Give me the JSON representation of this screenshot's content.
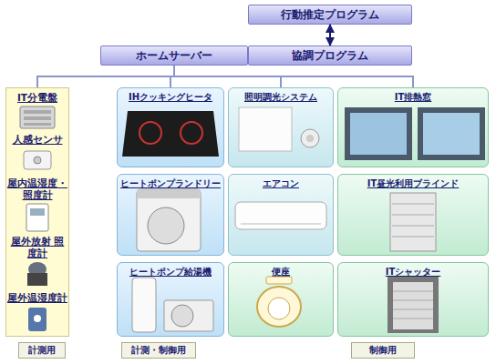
{
  "diagram": {
    "nodes": [
      {
        "text": [
          "行動推定プログラム"
        ]
      },
      {
        "text": [
          "ホームサーバー"
        ]
      },
      {
        "text": [
          "協調プログラム"
        ]
      },
      {
        "text": [
          "IT分電盤",
          "人感センサ",
          "屋内温湿度・ 照度計",
          "屋外放射 照度計",
          "屋外温湿度計"
        ]
      },
      {
        "text": [
          "IHクッキングヒータ"
        ]
      },
      {
        "text": [
          "ヒートポンプランドリー"
        ]
      },
      {
        "text": [
          "ヒートポンプ給湯機"
        ]
      },
      {
        "text": [
          "照明調光システム"
        ]
      },
      {
        "text": [
          "エアコン"
        ]
      },
      {
        "text": [
          "便座"
        ]
      },
      {
        "text": [
          "IT排熱窓"
        ]
      },
      {
        "text": [
          "IT昼光利用ブラインド"
        ]
      },
      {
        "text": [
          "ITシャッター"
        ]
      },
      {
        "text": [
          "計測用"
        ]
      },
      {
        "text": [
          "計測・制御用"
        ]
      },
      {
        "text": [
          "制御用"
        ]
      }
    ],
    "edges": [
      {
        "from": 0,
        "to": 2,
        "arrow": "both"
      },
      {
        "from": 1,
        "to": 3,
        "arrow": "none"
      },
      {
        "from": 1,
        "to": 4,
        "arrow": "none"
      },
      {
        "from": 1,
        "to": 7,
        "arrow": "none"
      },
      {
        "from": 1,
        "to": 10,
        "arrow": "none"
      }
    ]
  }
}
